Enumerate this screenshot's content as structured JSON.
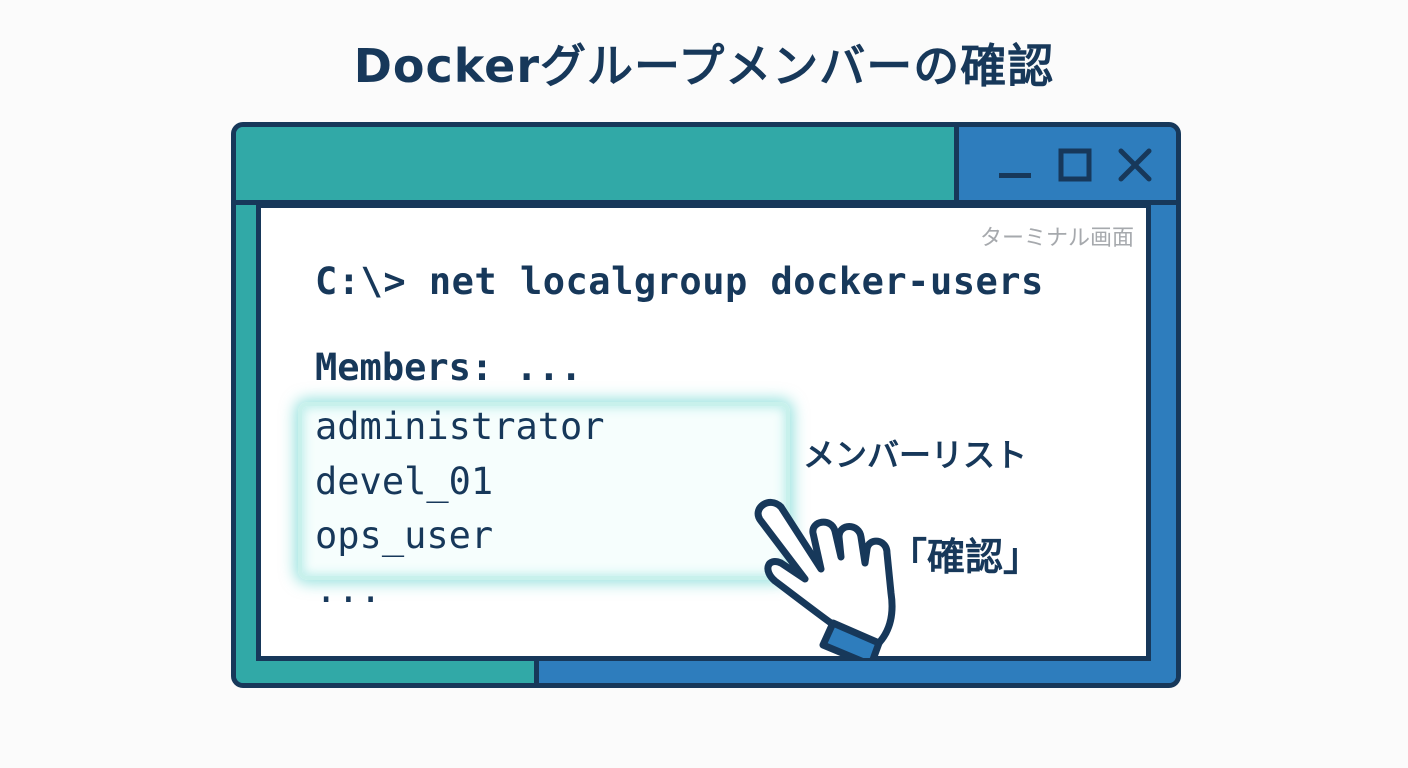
{
  "title": "Dockerグループメンバーの確認",
  "window": {
    "label": "ターミナル画面",
    "command": "C:\\> net localgroup docker-users",
    "members_header": "Members: ...",
    "members": [
      "administrator",
      "devel_01",
      "ops_user"
    ],
    "ellipsis": "...",
    "controls": [
      "minimize-icon",
      "maximize-icon",
      "close-icon"
    ]
  },
  "annotations": {
    "list_label": "メンバーリスト",
    "confirm_label": "「確認」"
  },
  "colors": {
    "navy": "#17385a",
    "teal": "#31a9a7",
    "blue": "#2e7dbd",
    "glow": "#c8f1ec"
  }
}
